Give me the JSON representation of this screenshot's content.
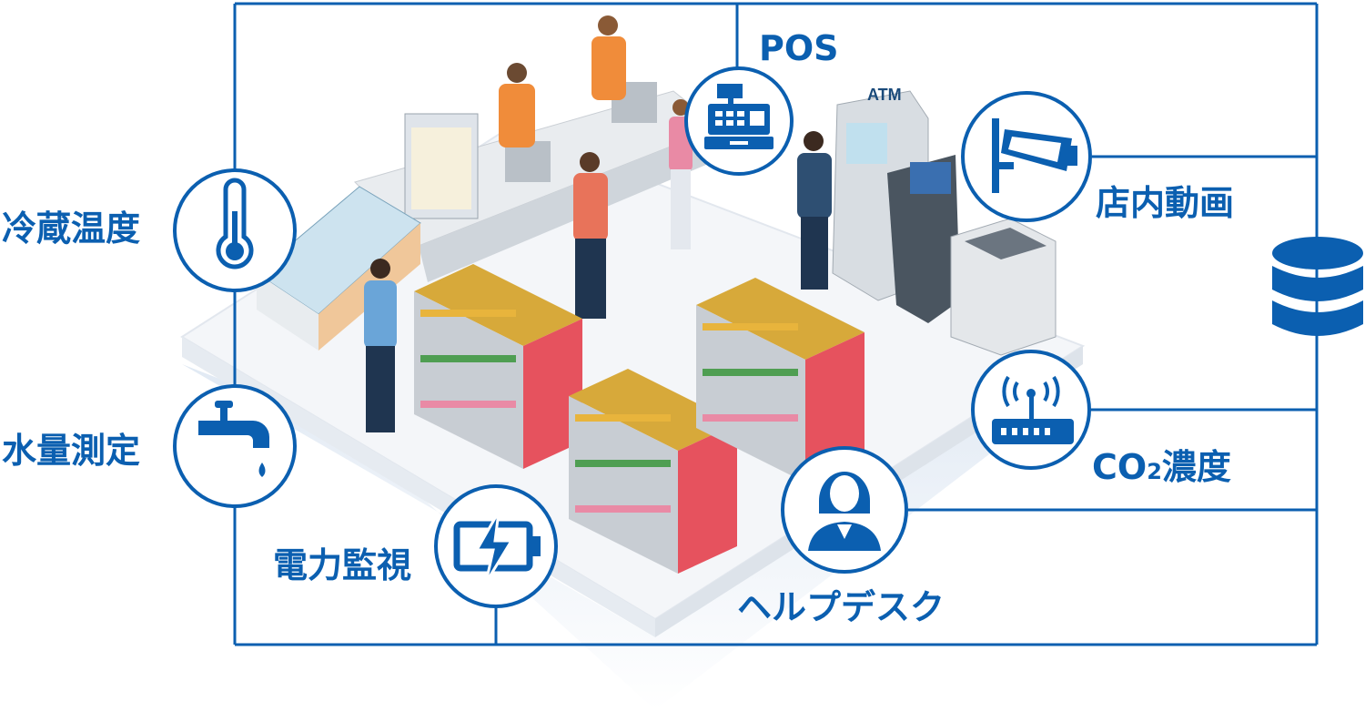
{
  "accent_color": "#0b5fb0",
  "nodes": {
    "pos": {
      "label": "POS",
      "icon": "cash-register-icon"
    },
    "temperature": {
      "label": "冷蔵温度",
      "icon": "thermometer-icon"
    },
    "video": {
      "label": "店内動画",
      "icon": "security-camera-icon"
    },
    "water": {
      "label": "水量測定",
      "icon": "faucet-icon"
    },
    "co2": {
      "label_prefix": "CO",
      "label_sub": "2",
      "label_suffix": "濃度",
      "icon": "router-icon"
    },
    "power": {
      "label": "電力監視",
      "icon": "battery-charging-icon"
    },
    "helpdesk": {
      "label": "ヘルプデスク",
      "icon": "operator-icon"
    },
    "database": {
      "icon": "database-icon"
    }
  },
  "scene": {
    "atm_sign": "ATM"
  }
}
